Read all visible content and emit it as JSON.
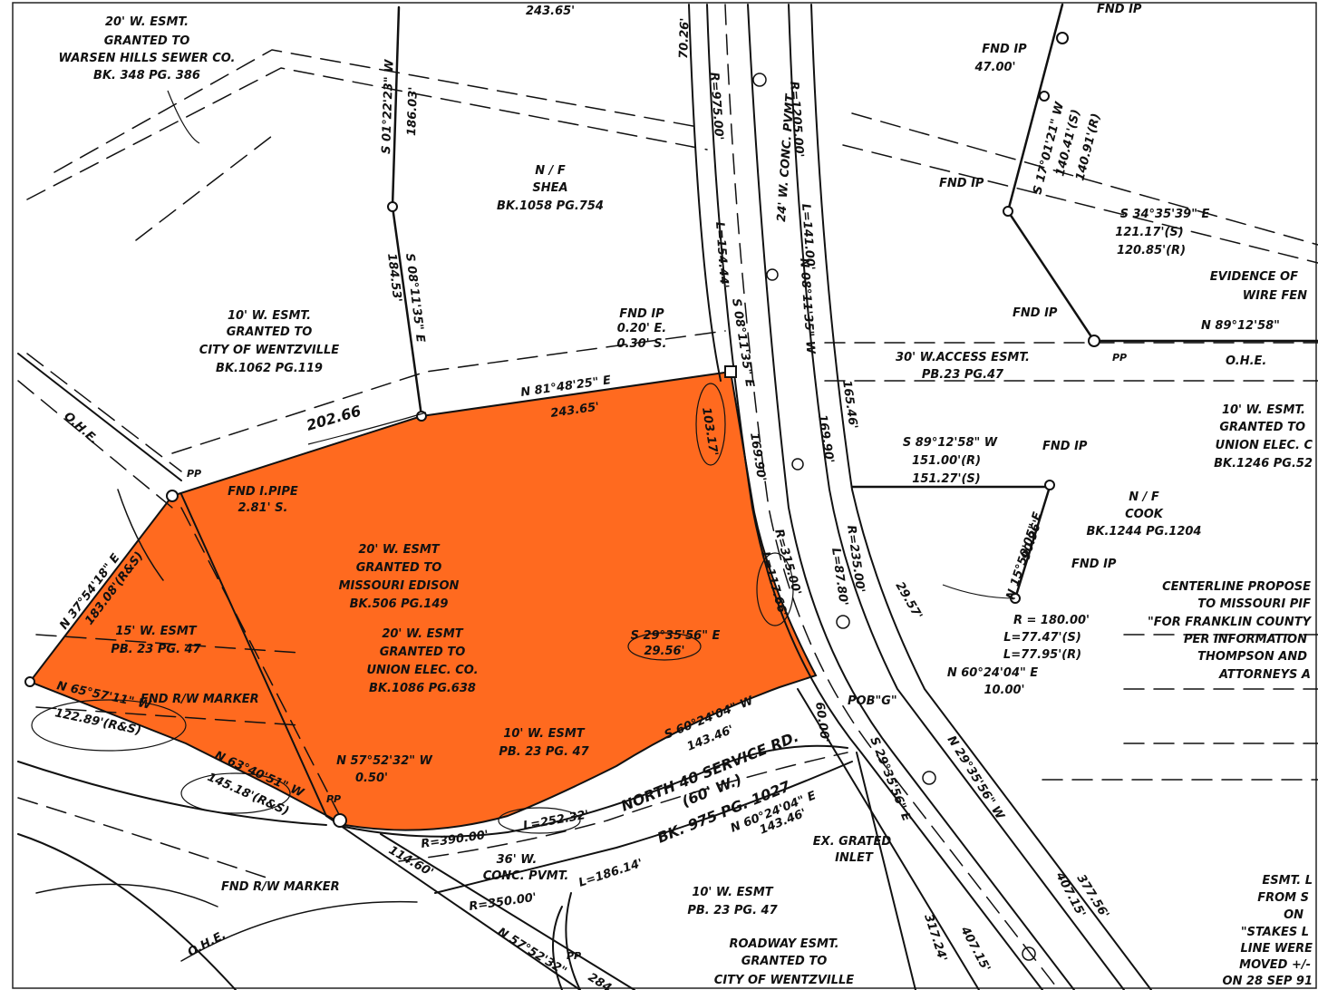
{
  "colors": {
    "parcel_fill": "#FF6A1F",
    "ink": "#111111",
    "paper": "#FFFFFF"
  },
  "labels": {
    "esmt_warsen": [
      "20' W. ESMT.",
      "GRANTED TO",
      "WARSEN HILLS SEWER CO.",
      "BK. 348 PG. 386"
    ],
    "top_cut": "243.65'",
    "top_fnd_ip": "FND IP",
    "s01_bearing": "S 01°22'23\" W",
    "s01_dist": "186.03'",
    "shea": [
      "N / F",
      "SHEA",
      "BK.1058 PG.754"
    ],
    "esmt_wentzville_10": [
      "10' W. ESMT.",
      "GRANTED TO",
      "CITY OF WENTZVILLE",
      "BK.1062 PG.119"
    ],
    "s08_west_bearing": "S 08°11'35\" E",
    "s08_west_dist": "184.53'",
    "dist_202": "202.66",
    "north_bearing": "N 81°48'25\" E",
    "north_dist": "243.65'",
    "fnd_ip_offset": [
      "FND IP",
      "0.20' E.",
      "0.30' S."
    ],
    "east_bearing": "S 08°11'35\" E",
    "dist_103": "103.17'",
    "dist_169_a": "169.90'",
    "dist_169_b": "169.90'",
    "dist_70": "70.26'",
    "r_975": "R=975.00'",
    "l_154": "L=154.44'",
    "concrete_24": "24' W. CONC. PVMT.",
    "r_1205": "R=1205.00'",
    "l_141": "L=141.00'",
    "n08_bearing": "N 08°11'35\" W",
    "dist_165": "165.46'",
    "fnd_pipe": [
      "FND I.PIPE",
      "2.81' S."
    ],
    "pp_1": "PP",
    "ohe_left": "O.H.E.",
    "nw_bearing": "N 37°54'18\" E",
    "nw_dist": "183.08'(R&S)",
    "esmt_missouri_edison": [
      "20' W. ESMT",
      "GRANTED TO",
      "MISSOURI EDISON",
      "BK.506 PG.149"
    ],
    "esmt_15": [
      "15' W. ESMT",
      "PB. 23 PG. 47"
    ],
    "esmt_union_20": [
      "20' W. ESMT",
      "GRANTED TO",
      "UNION ELEC. CO.",
      "BK.1086 PG.638"
    ],
    "r_315": "R=315.00'",
    "l_117": "L=117.66'",
    "r_235": "R=235.00'",
    "l_87": "L=87.80'",
    "se_bearing": [
      "S 29°35'56\" E",
      "29.56'"
    ],
    "fnd_rw_marker": "FND R/W MARKER",
    "sw_bearing": "N 65°57'11\" W",
    "sw_dist": "122.89'(R&S)",
    "s_bearing": "N 63°40'51\" W",
    "s_dist": "145.18'(R&S)",
    "n57_bearing": [
      "N 57°52'32\" W",
      "0.50'"
    ],
    "pp_2": "PP",
    "esmt_10_pb": [
      "10' W. ESMT",
      "PB. 23 PG. 47"
    ],
    "s60_bearing": "S 60°24'04\" W",
    "s60_dist": "143.46'",
    "service_rd": [
      "NORTH 40 SERVICE RD.",
      "(60' W.)",
      "BK. 975 PG. 1027"
    ],
    "dist_60": "60.00'",
    "pob_g": "POB\"G\"",
    "r_390": "R=390.00'",
    "l_252": "L=252.32'",
    "concrete_36": [
      "36' W.",
      "CONC. PVMT."
    ],
    "l_186": "L=186.14'",
    "r_350": "R=350.00'",
    "dist_114": "114.60'",
    "fnd_rw_marker_2": "FND R/W MARKER",
    "ohe_bottom": "O.H.E.",
    "n57_bottom": "N 57°52'32\"",
    "cut_284": "284",
    "pp_3": "PP",
    "n60_lower": [
      "N 60°24'04\" E",
      "143.46'"
    ],
    "esmt_10_lower": [
      "10' W. ESMT",
      "PB. 23 PG. 47"
    ],
    "roadway_esmt": [
      "ROADWAY ESMT.",
      "GRANTED TO",
      "CITY OF WENTZVILLE"
    ],
    "grated_inlet": [
      "EX. GRATED",
      "INLET"
    ],
    "s29_lower": "S 29°35'56\" E",
    "dist_317": "317.24'",
    "dist_407_a": "407.15'",
    "dist_407_b": "407.15'",
    "n29_long": "N 29°35'56\" W",
    "dist_377": "377.56'",
    "fnd_ip_top": "FND IP",
    "fnd_ip_47": [
      "FND IP",
      "47.00'"
    ],
    "s17_bearing": [
      "S 17°01'21\" W",
      "140.41'(S)",
      "140.91'(R)"
    ],
    "fnd_ip_mid": "FND IP",
    "s34_bearing": [
      "S 34°35'39\" E",
      "121.17'(S)",
      "120.85'(R)"
    ],
    "evidence_fence": [
      "EVIDENCE OF",
      "WIRE FEN"
    ],
    "fnd_ip_fence": "FND IP",
    "n89_bearing": "N 89°12'58\"",
    "pp_4": "PP",
    "ohe_right": "O.H.E.",
    "access_esmt": [
      "30' W.ACCESS ESMT.",
      "PB.23 PG.47"
    ],
    "esmt_union_right": [
      "10' W. ESMT.",
      "GRANTED TO",
      "UNION ELEC. C",
      "BK.1246 PG.52"
    ],
    "s89_bearing": [
      "S 89°12'58\" W",
      "151.00'(R)",
      "151.27'(S)"
    ],
    "fnd_ip_cook": "FND IP",
    "cook": [
      "N / F",
      "COOK",
      "BK.1244 PG.1204"
    ],
    "n15_bearing": "N 15°50'05\" E",
    "dist_90": "90.96'",
    "fnd_ip_lower": "FND IP",
    "centerline_note": [
      "CENTERLINE PROPOSE",
      "TO MISSOURI PIF",
      "\"FOR FRANKLIN COUNTY",
      "PER INFORMATION",
      "THOMPSON AND",
      "ATTORNEYS A"
    ],
    "curve_180": [
      "R = 180.00'",
      "L=77.47'(S)",
      "L=77.95'(R)"
    ],
    "n60_right": [
      "N 60°24'04\" E",
      "10.00'"
    ],
    "dist_29": "29.57'",
    "esmt_note_br": [
      "ESMT. L",
      "FROM S",
      "ON",
      "\"STAKES L",
      "LINE WERE",
      "MOVED +/-",
      "ON 28 SEP 91"
    ]
  }
}
